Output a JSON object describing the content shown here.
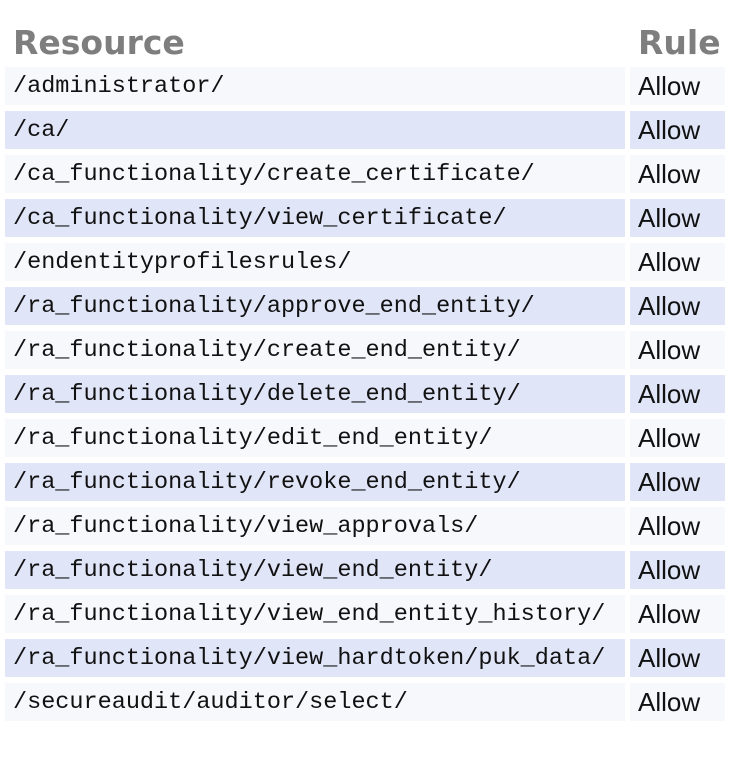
{
  "table": {
    "headers": {
      "resource": "Resource",
      "rule": "Rule"
    },
    "rows": [
      {
        "resource": "/administrator/",
        "rule": "Allow"
      },
      {
        "resource": "/ca/",
        "rule": "Allow"
      },
      {
        "resource": "/ca_functionality/create_certificate/",
        "rule": "Allow"
      },
      {
        "resource": "/ca_functionality/view_certificate/",
        "rule": "Allow"
      },
      {
        "resource": "/endentityprofilesrules/",
        "rule": "Allow"
      },
      {
        "resource": "/ra_functionality/approve_end_entity/",
        "rule": "Allow"
      },
      {
        "resource": "/ra_functionality/create_end_entity/",
        "rule": "Allow"
      },
      {
        "resource": "/ra_functionality/delete_end_entity/",
        "rule": "Allow"
      },
      {
        "resource": "/ra_functionality/edit_end_entity/",
        "rule": "Allow"
      },
      {
        "resource": "/ra_functionality/revoke_end_entity/",
        "rule": "Allow"
      },
      {
        "resource": "/ra_functionality/view_approvals/",
        "rule": "Allow"
      },
      {
        "resource": "/ra_functionality/view_end_entity/",
        "rule": "Allow"
      },
      {
        "resource": "/ra_functionality/view_end_entity_history/",
        "rule": "Allow"
      },
      {
        "resource": "/ra_functionality/view_hardtoken/puk_data/",
        "rule": "Allow"
      },
      {
        "resource": "/secureaudit/auditor/select/",
        "rule": "Allow"
      }
    ]
  },
  "colors": {
    "row_light": "#f7f8fc",
    "row_shaded": "#e0e5f8",
    "header_text": "#7e7e7e",
    "cell_text": "#111111"
  }
}
